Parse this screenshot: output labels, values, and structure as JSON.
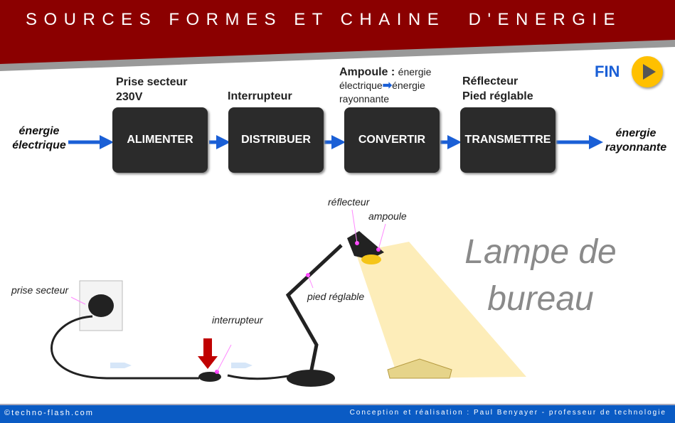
{
  "header": {
    "title": "SOURCES FORMES ET CHAINE  D'ENERGIE",
    "fin_label": "FIN",
    "color": "#8b0000"
  },
  "chain": {
    "input": "énergie électrique",
    "output": "énergie rayonnante",
    "boxes": [
      "ALIMENTER",
      "DISTRIBUER",
      "CONVERTIR",
      "TRANSMETTRE"
    ],
    "labels": {
      "alimenter": "Prise secteur 230V",
      "distribuer": "Interrupteur",
      "convertir_title": "Ampoule :",
      "convertir_1": "énergie",
      "convertir_2a": "électrique",
      "convertir_2b": "énergie",
      "convertir_3": "rayonnante",
      "transmettre": "Réflecteur Pied réglable"
    }
  },
  "illustration": {
    "prise": "prise secteur",
    "interrupteur": "interrupteur",
    "reflecteur": "réflecteur",
    "ampoule": "ampoule",
    "pied": "pied réglable",
    "title": "Lampe de bureau"
  },
  "footer": {
    "left": "©techno-flash.com",
    "right": "Conception et réalisation : Paul Benyayer - professeur de technologie"
  }
}
